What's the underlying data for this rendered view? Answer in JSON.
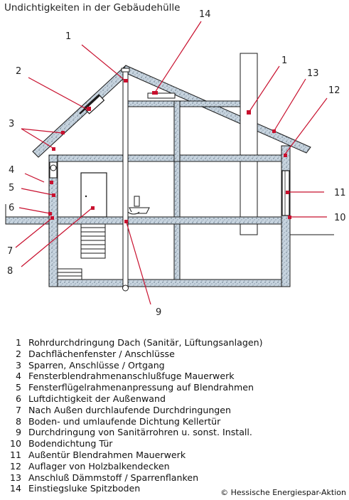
{
  "title": "Undichtigkeiten in der Gebäudehülle",
  "callouts": [
    "14",
    "1",
    "2",
    "1",
    "13",
    "12",
    "3",
    "4",
    "5",
    "6",
    "11",
    "10",
    "7",
    "8",
    "9"
  ],
  "legend": [
    {
      "num": "1",
      "text": "Rohrdurchdringung Dach (Sanitär, Lüftungsanlagen)"
    },
    {
      "num": "2",
      "text": "Dachflächenfenster / Anschlüsse"
    },
    {
      "num": "3",
      "text": "Sparren, Anschlüsse / Ortgang"
    },
    {
      "num": "4",
      "text": "Fensterblendrahmenanschlußfuge Mauerwerk"
    },
    {
      "num": "5",
      "text": "Fensterflügelrahmenanpressung auf Blendrahmen"
    },
    {
      "num": "6",
      "text": "Luftdichtigkeit der Außenwand"
    },
    {
      "num": "7",
      "text": "Nach Außen durchlaufende Durchdringungen"
    },
    {
      "num": "8",
      "text": "Boden- und umlaufende Dichtung Kellertür"
    },
    {
      "num": "9",
      "text": "Durchdringung von Sanitärrohren u. sonst. Install."
    },
    {
      "num": "10",
      "text": "Bodendichtung Tür"
    },
    {
      "num": "11",
      "text": "Außentür Blendrahmen Mauerwerk"
    },
    {
      "num": "12",
      "text": "Auflager von Holzbalkendecken"
    },
    {
      "num": "13",
      "text": "Anschluß Dämmstoff / Sparrenflanken"
    },
    {
      "num": "14",
      "text": "Einstiegsluke Spitzboden"
    }
  ],
  "copyright": "© Hessische Energiespar-Aktion",
  "colors": {
    "callout_line": "#c8102e",
    "marker": "#c8102e",
    "wall_fill": "#bccbd8",
    "outline": "#1a1a1a"
  }
}
